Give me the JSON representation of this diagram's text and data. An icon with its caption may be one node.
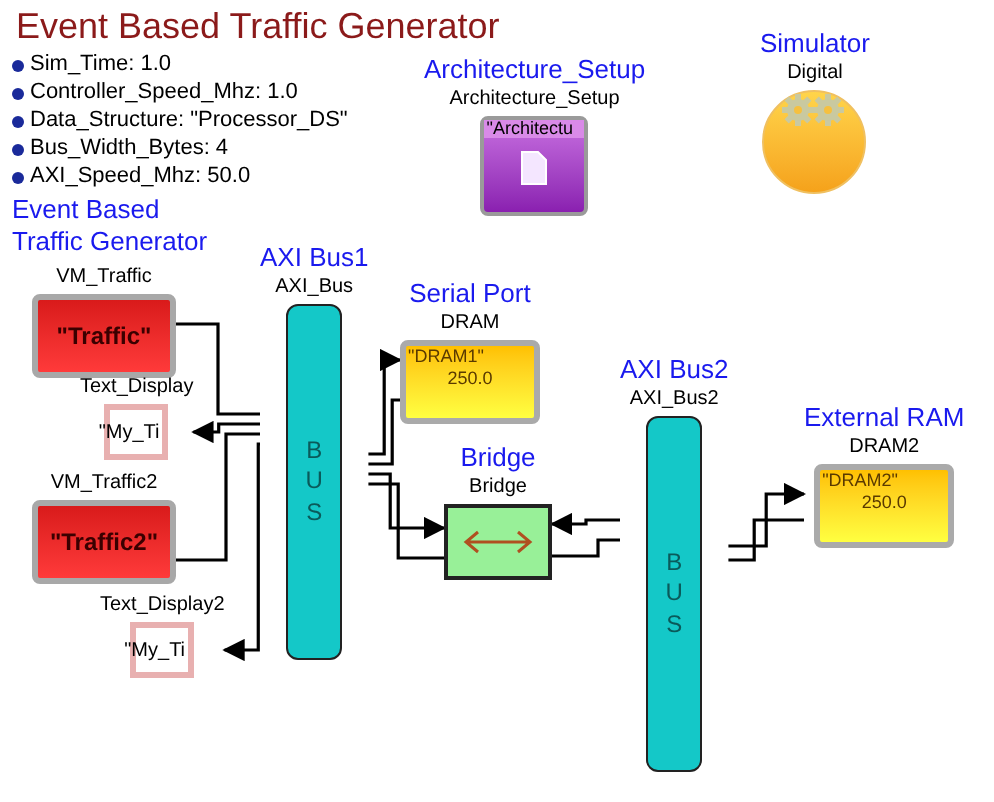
{
  "diagram": {
    "title": "Event Based Traffic Generator",
    "nodes": [
      {
        "text": [
          "Architecture_Setup",
          "Architecture_Setup",
          "\"Architectu"
        ]
      },
      {
        "text": [
          "Simulator",
          "Digital"
        ]
      },
      {
        "text": [
          "VM_Traffic",
          "\"Traffic\""
        ]
      },
      {
        "text": [
          "Text_Display",
          "\"My_Ti"
        ]
      },
      {
        "text": [
          "VM_Traffic2",
          "\"Traffic2\""
        ]
      },
      {
        "text": [
          "Text_Display2",
          "\"My_Ti"
        ]
      },
      {
        "text": [
          "AXI Bus1",
          "AXI_Bus",
          "BUS"
        ]
      },
      {
        "text": [
          "Serial Port",
          "DRAM",
          "\"DRAM1\"",
          "250.0"
        ]
      },
      {
        "text": [
          "Bridge",
          "Bridge"
        ]
      },
      {
        "text": [
          "AXI Bus2",
          "AXI_Bus2",
          "BUS"
        ]
      },
      {
        "text": [
          "External RAM",
          "DRAM2",
          "\"DRAM2\"",
          "250.0"
        ]
      }
    ],
    "edges": [
      {
        "from": 2,
        "to": 6,
        "arrow": "none"
      },
      {
        "from": 6,
        "to": 3,
        "arrow": "to"
      },
      {
        "from": 4,
        "to": 6,
        "arrow": "none"
      },
      {
        "from": 6,
        "to": 5,
        "arrow": "to"
      },
      {
        "from": 6,
        "to": 7,
        "arrow": "to"
      },
      {
        "from": 7,
        "to": 6,
        "arrow": "none"
      },
      {
        "from": 6,
        "to": 8,
        "arrow": "to"
      },
      {
        "from": 8,
        "to": 6,
        "arrow": "none"
      },
      {
        "from": 9,
        "to": 8,
        "arrow": "to"
      },
      {
        "from": 8,
        "to": 9,
        "arrow": "none"
      },
      {
        "from": 9,
        "to": 10,
        "arrow": "to"
      },
      {
        "from": 10,
        "to": 9,
        "arrow": "none"
      }
    ],
    "labels": [
      "Sim_Time: 1.0",
      "Controller_Speed_Mhz: 1.0",
      "Data_Structure: \"Processor_DS\"",
      "Bus_Width_Bytes: 4",
      "AXI_Speed_Mhz: 50.0",
      "Event Based Traffic Generator"
    ]
  }
}
